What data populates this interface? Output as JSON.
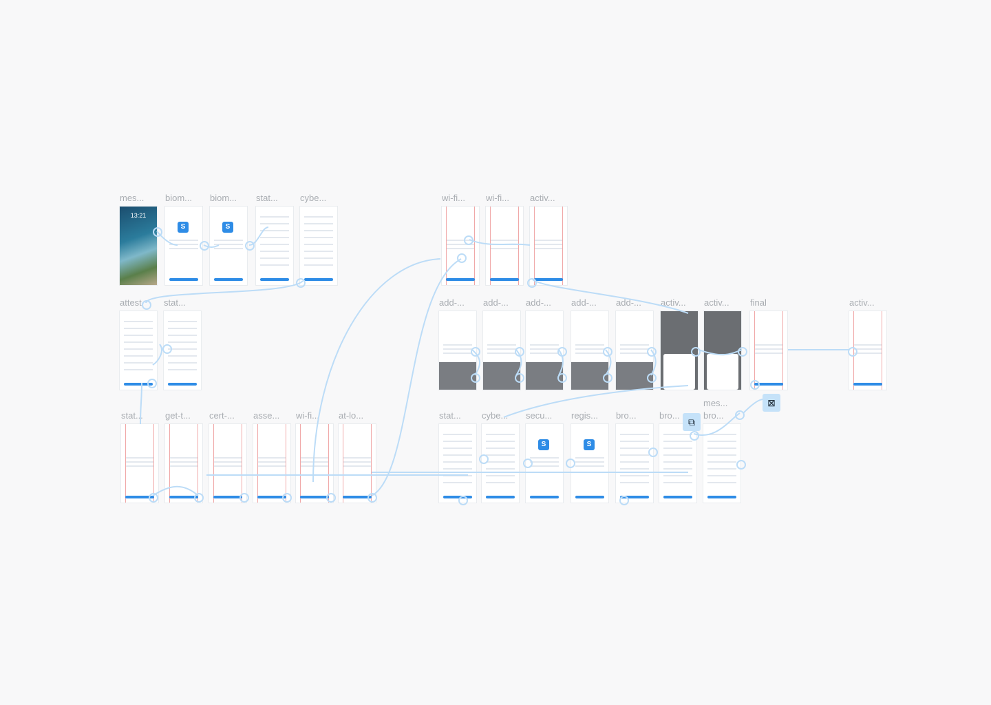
{
  "canvas": {
    "frames": [
      {
        "id": "f1",
        "label": "mes...",
        "kind": "photo",
        "time": "13:21"
      },
      {
        "id": "f2",
        "label": "biom...",
        "kind": "logo",
        "logo": "S"
      },
      {
        "id": "f3",
        "label": "biom...",
        "kind": "logo",
        "logo": "S"
      },
      {
        "id": "f4",
        "label": "stat...",
        "kind": "list"
      },
      {
        "id": "f5",
        "label": "cybe...",
        "kind": "list"
      },
      {
        "id": "f6",
        "label": "attest",
        "kind": "text"
      },
      {
        "id": "f7",
        "label": "stat...",
        "kind": "list"
      },
      {
        "id": "f8",
        "label": "stat...",
        "kind": "trophy"
      },
      {
        "id": "f9",
        "label": "get-t...",
        "kind": "icon"
      },
      {
        "id": "f10",
        "label": "cert-...",
        "kind": "icon"
      },
      {
        "id": "f11",
        "label": "asse...",
        "kind": "icon"
      },
      {
        "id": "f12",
        "label": "wi-fi...",
        "kind": "icon"
      },
      {
        "id": "f13",
        "label": "at-lo...",
        "kind": "icon"
      },
      {
        "id": "f14",
        "label": "wi-fi...",
        "kind": "blank"
      },
      {
        "id": "f15",
        "label": "wi-fi...",
        "kind": "blank"
      },
      {
        "id": "f16",
        "label": "activ...",
        "kind": "icon"
      },
      {
        "id": "f17",
        "label": "add-...",
        "kind": "keypad"
      },
      {
        "id": "f18",
        "label": "add-...",
        "kind": "keypad"
      },
      {
        "id": "f19",
        "label": "add-...",
        "kind": "keypad"
      },
      {
        "id": "f20",
        "label": "add-...",
        "kind": "keypad"
      },
      {
        "id": "f21",
        "label": "add-...",
        "kind": "keypad"
      },
      {
        "id": "f22",
        "label": "activ...",
        "kind": "dark"
      },
      {
        "id": "f23",
        "label": "activ...",
        "kind": "dark"
      },
      {
        "id": "f24",
        "label": "final",
        "kind": "trophy"
      },
      {
        "id": "f25",
        "label": "activ...",
        "kind": "blank"
      },
      {
        "id": "f26",
        "label": "stat...",
        "kind": "list"
      },
      {
        "id": "f27",
        "label": "cybe...",
        "kind": "list"
      },
      {
        "id": "f28",
        "label": "secu...",
        "kind": "logo",
        "logo": "S"
      },
      {
        "id": "f29",
        "label": "regis...",
        "kind": "logo",
        "logo": "S"
      },
      {
        "id": "f30",
        "label": "bro...",
        "kind": "list"
      },
      {
        "id": "f31",
        "label": "bro...",
        "kind": "list"
      },
      {
        "id": "f32",
        "label": "mes...",
        "kind": "list"
      },
      {
        "id": "f33",
        "label": "bro...",
        "kind": "list"
      }
    ],
    "icons": [
      {
        "name": "copy-frame-icon",
        "glyph": "⧉"
      },
      {
        "name": "close-box-icon",
        "glyph": "⊠"
      }
    ],
    "accent": "#2e8ce6",
    "flow_color": "#bcdcf7",
    "guide_color": "#f0a8a8"
  }
}
